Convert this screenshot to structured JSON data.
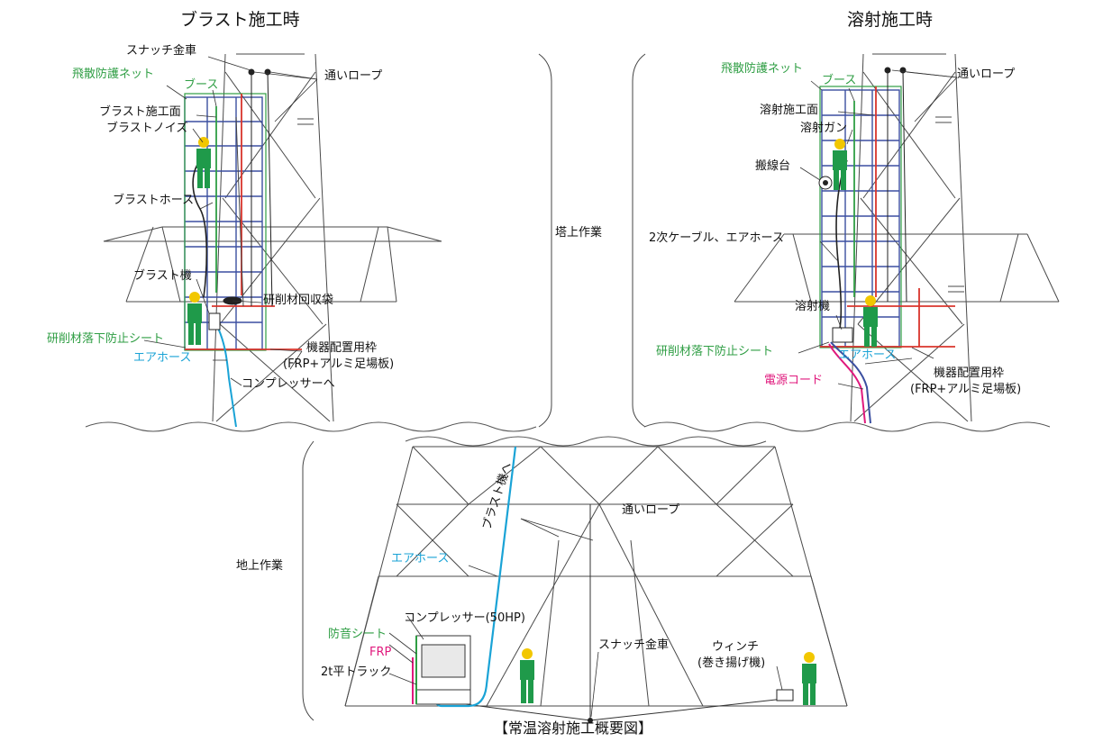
{
  "colors": {
    "structure": "#4a4a4a",
    "green": "#2f9e44",
    "blue": "#1aa3d6",
    "pink": "#e0197d",
    "red": "#d9342b",
    "scaffold": "#3b4fa0",
    "worker": "#1f9a4a",
    "helmet": "#f2c700"
  },
  "left": {
    "title": "ブラスト施工時",
    "snatch": "スナッチ金車",
    "net": "飛散防護ネット",
    "booth": "ブース",
    "rope": "通いロープ",
    "surface": "ブラスト施工面",
    "nozzle": "ブラストノイズ",
    "hose": "ブラストホース",
    "machine": "ブラスト機",
    "bag": "研削材回収袋",
    "sheet": "研削材落下防止シート",
    "air": "エアホース",
    "frame1": "機器配置用枠",
    "frame2": "(FRP+アルミ足場板)",
    "comp": "コンプレッサーへ"
  },
  "middle": {
    "tower": "塔上作業"
  },
  "right": {
    "title": "溶射施工時",
    "net": "飛散防護ネット",
    "booth": "ブース",
    "rope": "通いロープ",
    "surface": "溶射施工面",
    "gun": "溶射ガン",
    "stand": "搬線台",
    "cable": "2次ケーブル、エアホース",
    "machine": "溶射機",
    "sheet": "研削材落下防止シート",
    "air": "エアホース",
    "power": "電源コード",
    "frame1": "機器配置用枠",
    "frame2": "(FRP+アルミ足場板)"
  },
  "bottom": {
    "ground": "地上作業",
    "to_blast": "ブラスト機へ",
    "rope": "通いロープ",
    "air": "エアホース",
    "comp": "コンプレッサー(50HP)",
    "sound": "防音シート",
    "frp": "FRP",
    "truck": "2t平トラック",
    "snatch": "スナッチ金車",
    "winch1": "ウィンチ",
    "winch2": "(巻き揚げ機)",
    "caption": "【常温溶射施工概要図】"
  }
}
